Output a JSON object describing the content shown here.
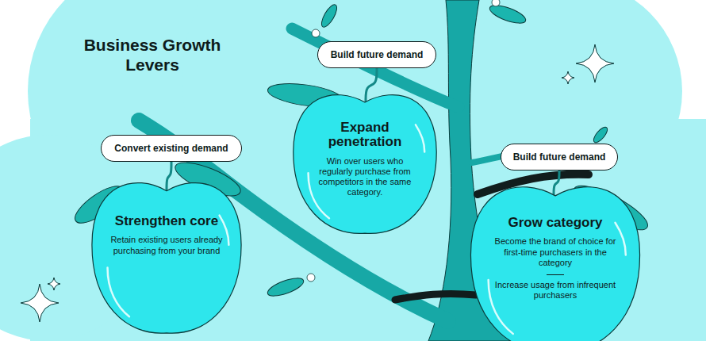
{
  "diagram": {
    "title": "Business Growth Levers",
    "nodes": [
      {
        "text": [
          "Convert existing demand"
        ]
      },
      {
        "text": [
          "Strengthen core",
          "Retain existing users already purchasing from your brand"
        ]
      },
      {
        "text": [
          "Build future demand"
        ]
      },
      {
        "text": [
          "Expand penetration",
          "Win over users who regularly purchase from competitors in the same category."
        ]
      },
      {
        "text": [
          "Build future demand"
        ]
      },
      {
        "text": [
          "Grow category",
          "Become the brand of choice for first-time purchasers in the category",
          "Increase usage from infrequent purchasers"
        ]
      }
    ],
    "edges": [
      {
        "from": 0,
        "to": 1,
        "arrow": "none"
      },
      {
        "from": 2,
        "to": 3,
        "arrow": "none"
      },
      {
        "from": 4,
        "to": 5,
        "arrow": "none"
      }
    ]
  }
}
